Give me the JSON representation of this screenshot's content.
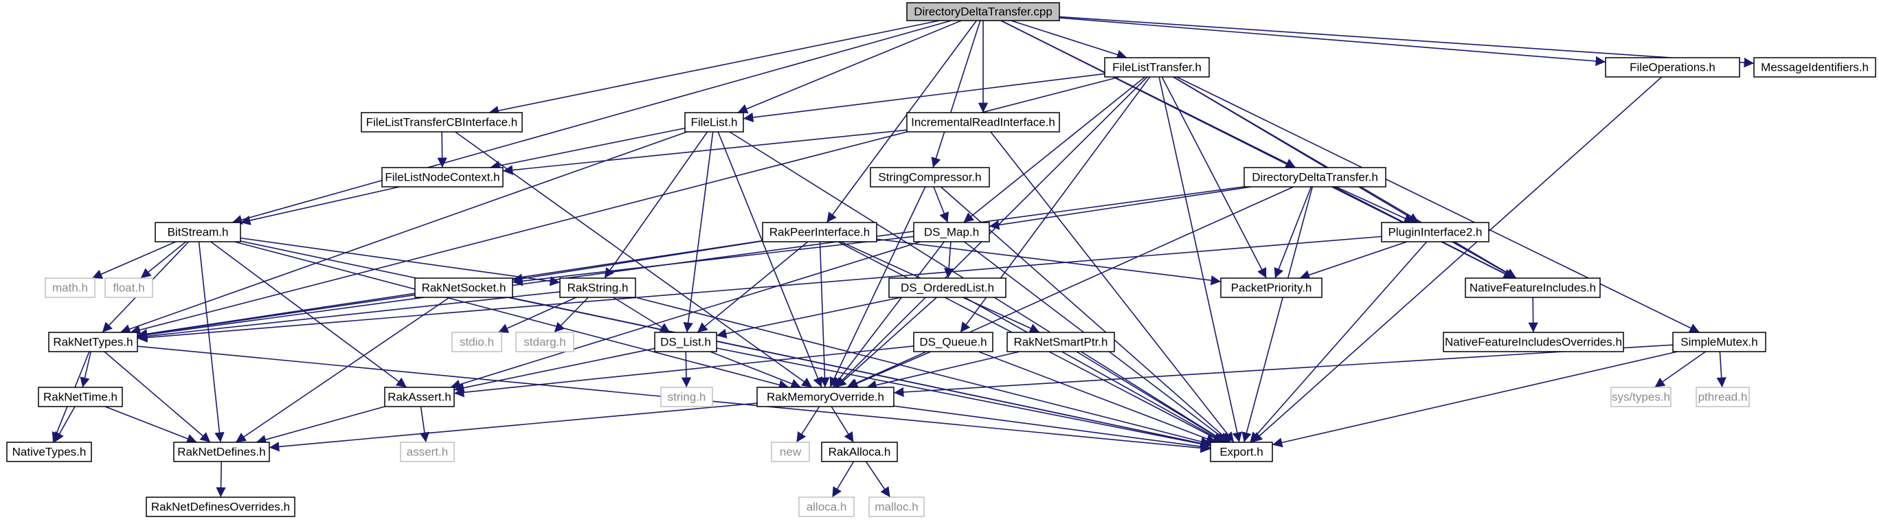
{
  "graph": {
    "title": "DirectoryDeltaTransfer.cpp",
    "colors": {
      "edge": "#191970",
      "root_fill": "#bfbfbf",
      "node_border": "#000000",
      "system_border": "#bfbfbf",
      "system_text": "#8c8c8c"
    },
    "nodes": [
      {
        "id": "root",
        "label": "DirectoryDeltaTransfer.cpp",
        "kind": "root"
      },
      {
        "id": "flt",
        "label": "FileListTransfer.h",
        "kind": "local"
      },
      {
        "id": "fo",
        "label": "FileOperations.h",
        "kind": "local"
      },
      {
        "id": "mi",
        "label": "MessageIdentifiers.h",
        "kind": "local"
      },
      {
        "id": "fltcb",
        "label": "FileListTransferCBInterface.h",
        "kind": "local"
      },
      {
        "id": "fl",
        "label": "FileList.h",
        "kind": "local"
      },
      {
        "id": "iri",
        "label": "IncrementalReadInterface.h",
        "kind": "local"
      },
      {
        "id": "flnc",
        "label": "FileListNodeContext.h",
        "kind": "local"
      },
      {
        "id": "sc",
        "label": "StringCompressor.h",
        "kind": "local"
      },
      {
        "id": "ddt",
        "label": "DirectoryDeltaTransfer.h",
        "kind": "local"
      },
      {
        "id": "bs",
        "label": "BitStream.h",
        "kind": "local"
      },
      {
        "id": "rpi",
        "label": "RakPeerInterface.h",
        "kind": "local"
      },
      {
        "id": "dsmap",
        "label": "DS_Map.h",
        "kind": "local"
      },
      {
        "id": "pi2",
        "label": "PluginInterface2.h",
        "kind": "local"
      },
      {
        "id": "mathh",
        "label": "math.h",
        "kind": "system"
      },
      {
        "id": "floath",
        "label": "float.h",
        "kind": "system"
      },
      {
        "id": "rns",
        "label": "RakNetSocket.h",
        "kind": "local"
      },
      {
        "id": "rstr",
        "label": "RakString.h",
        "kind": "local"
      },
      {
        "id": "dsol",
        "label": "DS_OrderedList.h",
        "kind": "local"
      },
      {
        "id": "pp",
        "label": "PacketPriority.h",
        "kind": "local"
      },
      {
        "id": "nfi",
        "label": "NativeFeatureIncludes.h",
        "kind": "local"
      },
      {
        "id": "rnt",
        "label": "RakNetTypes.h",
        "kind": "local"
      },
      {
        "id": "stdioh",
        "label": "stdio.h",
        "kind": "system"
      },
      {
        "id": "stdargh",
        "label": "stdarg.h",
        "kind": "system"
      },
      {
        "id": "dslist",
        "label": "DS_List.h",
        "kind": "local"
      },
      {
        "id": "dsq",
        "label": "DS_Queue.h",
        "kind": "local"
      },
      {
        "id": "rnsp",
        "label": "RakNetSmartPtr.h",
        "kind": "local"
      },
      {
        "id": "nfio",
        "label": "NativeFeatureIncludesOverrides.h",
        "kind": "local"
      },
      {
        "id": "smx",
        "label": "SimpleMutex.h",
        "kind": "local"
      },
      {
        "id": "rntime",
        "label": "RakNetTime.h",
        "kind": "local"
      },
      {
        "id": "stringh",
        "label": "string.h",
        "kind": "system"
      },
      {
        "id": "ra",
        "label": "RakAssert.h",
        "kind": "local"
      },
      {
        "id": "rmo",
        "label": "RakMemoryOverride.h",
        "kind": "local"
      },
      {
        "id": "systypes",
        "label": "sys/types.h",
        "kind": "system"
      },
      {
        "id": "pthreadh",
        "label": "pthread.h",
        "kind": "system"
      },
      {
        "id": "nt",
        "label": "NativeTypes.h",
        "kind": "local"
      },
      {
        "id": "rnd",
        "label": "RakNetDefines.h",
        "kind": "local"
      },
      {
        "id": "asserth",
        "label": "assert.h",
        "kind": "system"
      },
      {
        "id": "newh",
        "label": "new",
        "kind": "system"
      },
      {
        "id": "rall",
        "label": "RakAlloca.h",
        "kind": "local"
      },
      {
        "id": "exp",
        "label": "Export.h",
        "kind": "local"
      },
      {
        "id": "rndo",
        "label": "RakNetDefinesOverrides.h",
        "kind": "local"
      },
      {
        "id": "allocah",
        "label": "alloca.h",
        "kind": "system"
      },
      {
        "id": "malloch",
        "label": "malloc.h",
        "kind": "system"
      }
    ],
    "edges": [
      [
        "root",
        "flt"
      ],
      [
        "root",
        "fo"
      ],
      [
        "root",
        "mi"
      ],
      [
        "root",
        "fltcb"
      ],
      [
        "root",
        "fl"
      ],
      [
        "root",
        "iri"
      ],
      [
        "root",
        "sc"
      ],
      [
        "root",
        "ddt"
      ],
      [
        "root",
        "bs"
      ],
      [
        "root",
        "rpi"
      ],
      [
        "root",
        "nfi"
      ],
      [
        "flt",
        "fl"
      ],
      [
        "flt",
        "rnt"
      ],
      [
        "flt",
        "dsmap"
      ],
      [
        "flt",
        "dsq"
      ],
      [
        "flt",
        "pi2"
      ],
      [
        "flt",
        "pp"
      ],
      [
        "flt",
        "nfi"
      ],
      [
        "flt",
        "smx"
      ],
      [
        "flt",
        "rmo"
      ],
      [
        "flt",
        "exp"
      ],
      [
        "fo",
        "exp"
      ],
      [
        "fltcb",
        "flnc"
      ],
      [
        "fltcb",
        "rmo"
      ],
      [
        "fl",
        "flnc"
      ],
      [
        "fl",
        "rnt"
      ],
      [
        "fl",
        "rstr"
      ],
      [
        "fl",
        "dslist"
      ],
      [
        "fl",
        "rmo"
      ],
      [
        "fl",
        "exp"
      ],
      [
        "iri",
        "flnc"
      ],
      [
        "iri",
        "exp"
      ],
      [
        "flnc",
        "bs"
      ],
      [
        "sc",
        "dsmap"
      ],
      [
        "sc",
        "rmo"
      ],
      [
        "sc",
        "exp"
      ],
      [
        "ddt",
        "dsmap"
      ],
      [
        "ddt",
        "pi2"
      ],
      [
        "ddt",
        "pp"
      ],
      [
        "ddt",
        "nfi"
      ],
      [
        "ddt",
        "rnt"
      ],
      [
        "ddt",
        "rmo"
      ],
      [
        "ddt",
        "exp"
      ],
      [
        "bs",
        "rnt"
      ],
      [
        "bs",
        "mathh"
      ],
      [
        "bs",
        "floath"
      ],
      [
        "bs",
        "rstr"
      ],
      [
        "bs",
        "ra"
      ],
      [
        "bs",
        "rmo"
      ],
      [
        "bs",
        "rnd"
      ],
      [
        "bs",
        "exp"
      ],
      [
        "rpi",
        "rns"
      ],
      [
        "rpi",
        "rnt"
      ],
      [
        "rpi",
        "pp"
      ],
      [
        "rpi",
        "dslist"
      ],
      [
        "rpi",
        "rnsp"
      ],
      [
        "rpi",
        "rmo"
      ],
      [
        "rpi",
        "exp"
      ],
      [
        "dsmap",
        "dsol"
      ],
      [
        "dsmap",
        "rns"
      ],
      [
        "dsmap",
        "ra"
      ],
      [
        "dsmap",
        "rmo"
      ],
      [
        "dsmap",
        "exp"
      ],
      [
        "pi2",
        "pp"
      ],
      [
        "pi2",
        "nfi"
      ],
      [
        "pi2",
        "rnt"
      ],
      [
        "pi2",
        "exp"
      ],
      [
        "rns",
        "rnt"
      ],
      [
        "rns",
        "rnd"
      ],
      [
        "rns",
        "exp"
      ],
      [
        "rstr",
        "rnt"
      ],
      [
        "rstr",
        "stdioh"
      ],
      [
        "rstr",
        "stdargh"
      ],
      [
        "rstr",
        "dslist"
      ],
      [
        "rstr",
        "exp"
      ],
      [
        "dsol",
        "dslist"
      ],
      [
        "dsol",
        "rmo"
      ],
      [
        "dsol",
        "exp"
      ],
      [
        "nfi",
        "nfio"
      ],
      [
        "rnt",
        "rntime"
      ],
      [
        "rnt",
        "nt"
      ],
      [
        "rnt",
        "rnd"
      ],
      [
        "rnt",
        "exp"
      ],
      [
        "dslist",
        "ra"
      ],
      [
        "dslist",
        "stringh"
      ],
      [
        "dslist",
        "rmo"
      ],
      [
        "dslist",
        "exp"
      ],
      [
        "dsq",
        "ra"
      ],
      [
        "dsq",
        "rmo"
      ],
      [
        "dsq",
        "exp"
      ],
      [
        "rnsp",
        "rmo"
      ],
      [
        "rnsp",
        "exp"
      ],
      [
        "smx",
        "rmo"
      ],
      [
        "smx",
        "systypes"
      ],
      [
        "smx",
        "pthreadh"
      ],
      [
        "smx",
        "exp"
      ],
      [
        "rntime",
        "nt"
      ],
      [
        "rntime",
        "rnd"
      ],
      [
        "ra",
        "rnd"
      ],
      [
        "ra",
        "asserth"
      ],
      [
        "rmo",
        "rnd"
      ],
      [
        "rmo",
        "newh"
      ],
      [
        "rmo",
        "rall"
      ],
      [
        "rmo",
        "exp"
      ],
      [
        "rall",
        "allocah"
      ],
      [
        "rall",
        "malloch"
      ],
      [
        "rnd",
        "rndo"
      ]
    ]
  }
}
